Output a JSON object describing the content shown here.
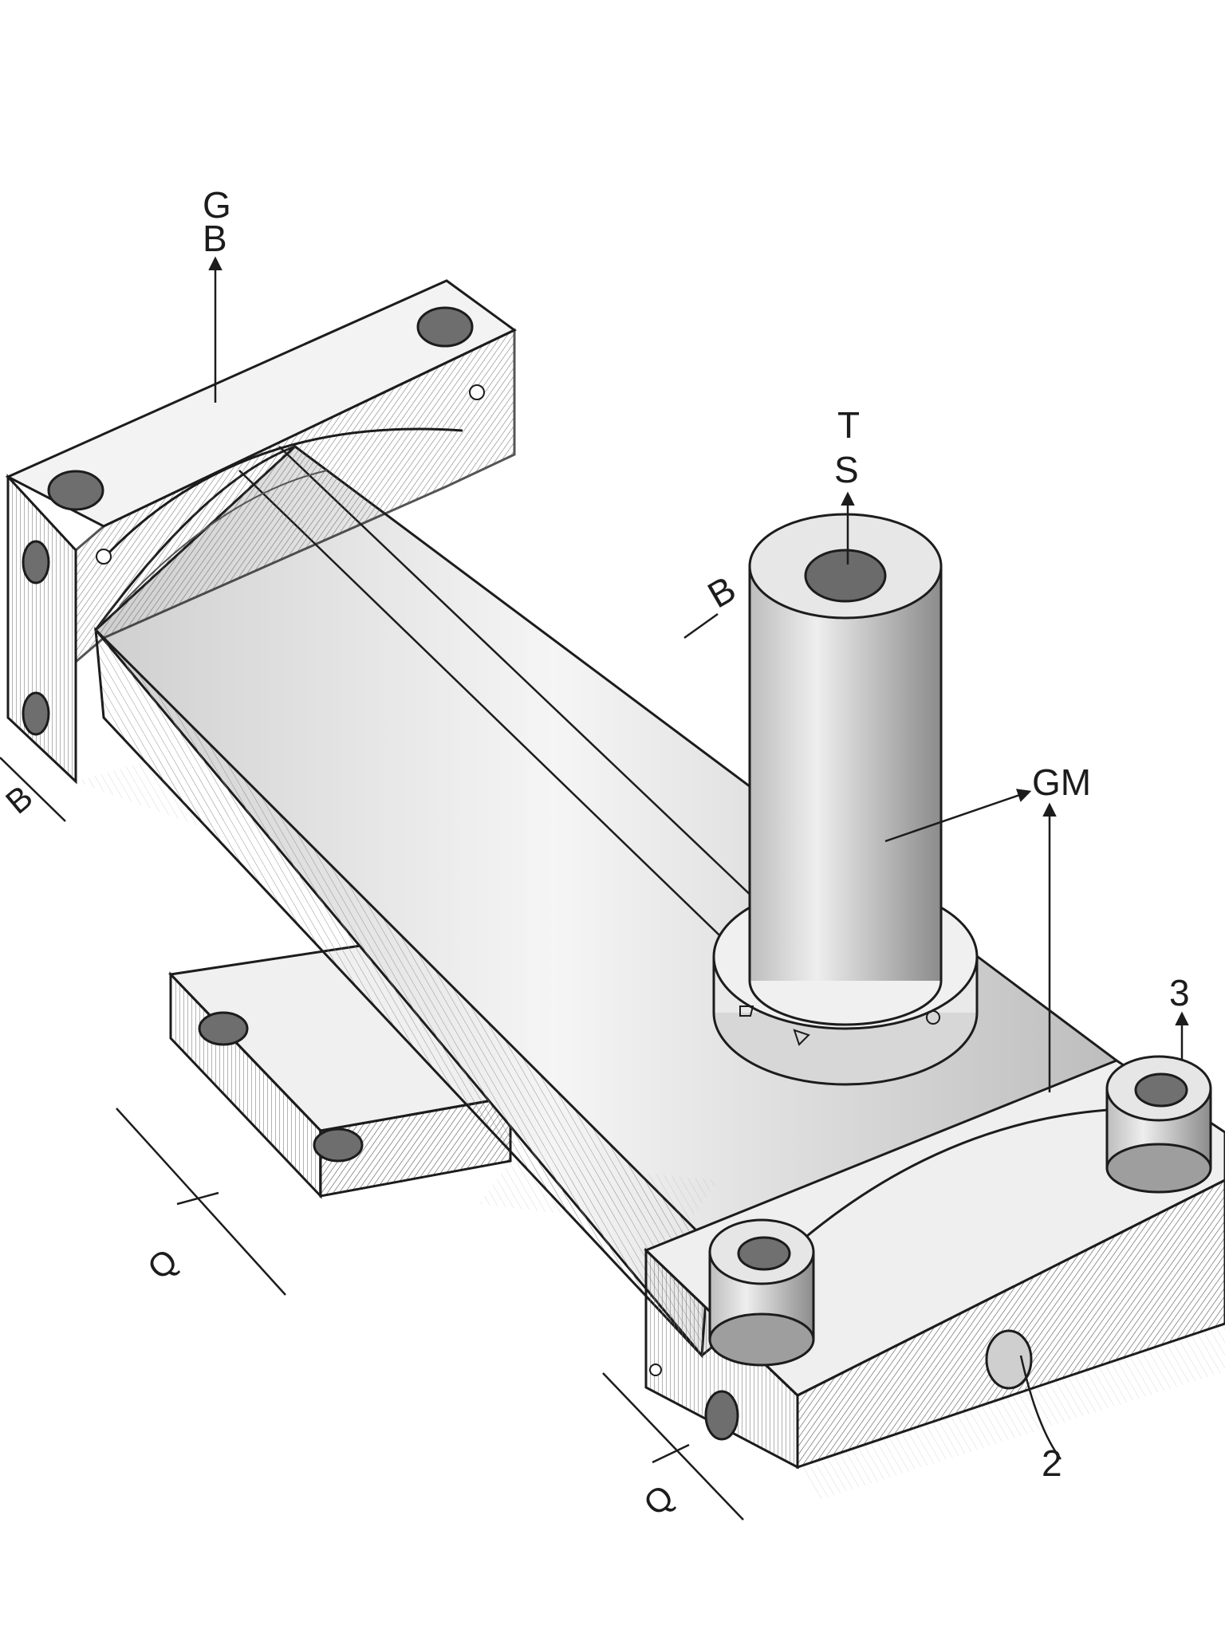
{
  "callouts": {
    "top_left_1": "G",
    "top_left_2": "B",
    "post_top_1": "T",
    "post_top_2": "S",
    "tube_side": "B",
    "right_arrow": "GM",
    "boss_right": "3",
    "bottom_right": "2",
    "left_dim": "Q",
    "left_edge_dim": "B",
    "front_dim": "Q"
  },
  "colors": {
    "ink": "#1c1c1c",
    "paper": "#ffffff",
    "light_fill": "#f1f1f1",
    "mid_fill": "#d9d9d9",
    "dark_fill": "#9a9a9a"
  }
}
